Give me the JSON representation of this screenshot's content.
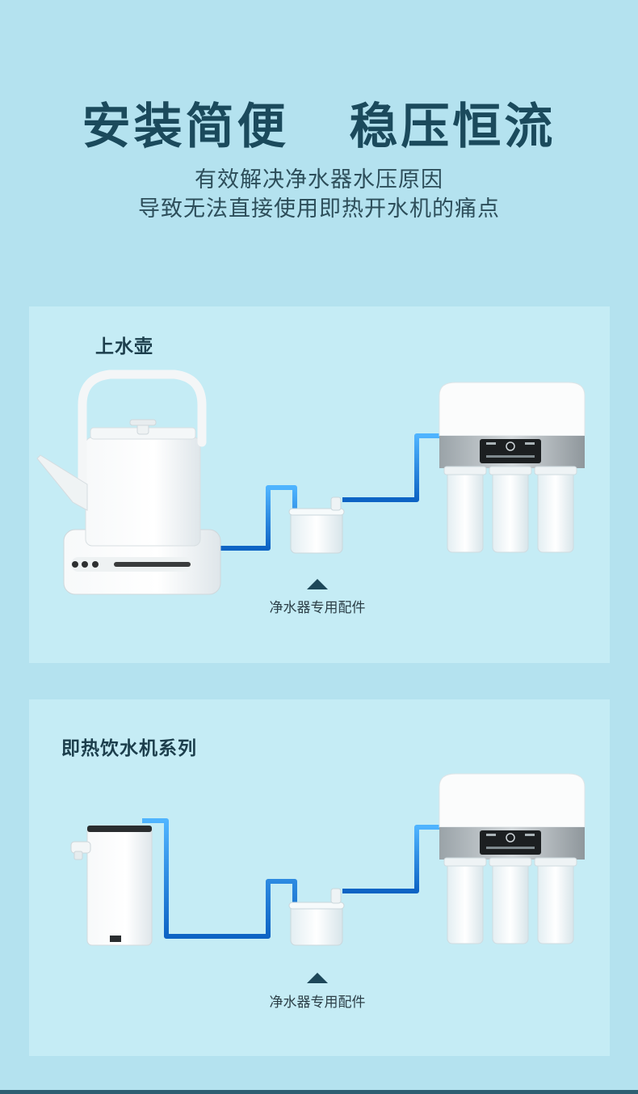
{
  "header": {
    "title": "安装简便   稳压恒流",
    "subtitle_line1": "有效解决净水器水压原因",
    "subtitle_line2": "导致无法直接使用即热开水机的痛点"
  },
  "panels": [
    {
      "title": "上水壶",
      "caption": "净水器专用配件",
      "device": "electric-kettle"
    },
    {
      "title": "即热饮水机系列",
      "caption": "净水器专用配件",
      "device": "instant-hot-water-dispenser"
    }
  ],
  "colors": {
    "background": "#b4e2ef",
    "panel": "#c5ecf5",
    "headline": "#1b4a5c",
    "pipe": "#1a7fd8",
    "arrow": "#1d4759"
  },
  "icons": [
    "kettle-icon",
    "water-dispenser-icon",
    "pressure-tank-icon",
    "water-purifier-icon",
    "arrow-up-icon"
  ]
}
